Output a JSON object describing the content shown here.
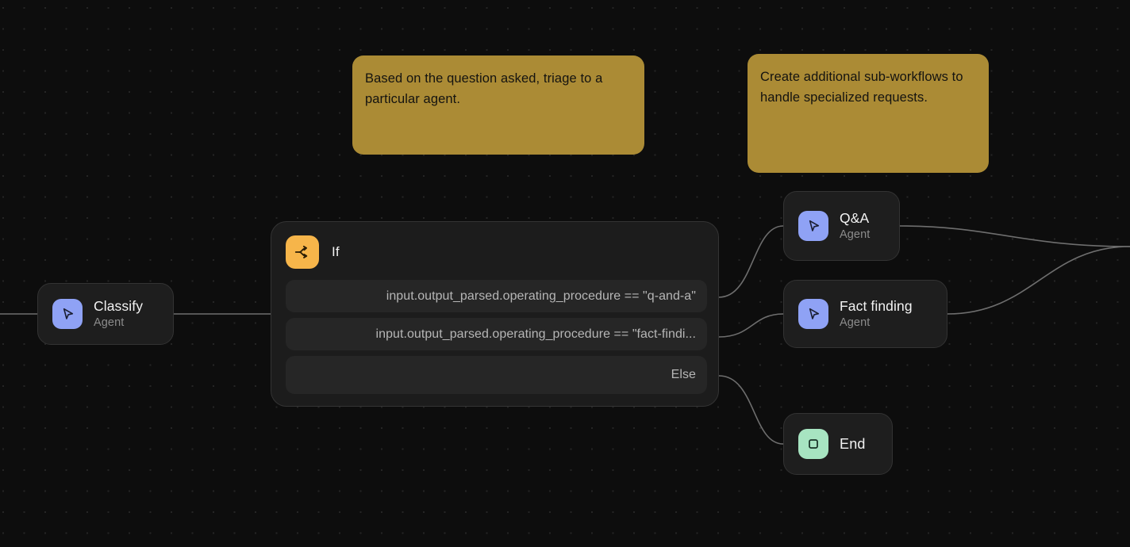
{
  "canvas": {
    "background_color": "#0d0d0d",
    "grid_dot_color": "#252525",
    "edge_color": "#6e6e6e"
  },
  "sticky_notes": [
    {
      "id": "triage-note",
      "text": "Based on the question asked, triage to a particular agent.",
      "color": "#ab8b35"
    },
    {
      "id": "subworkflow-note",
      "text": "Create additional sub-workflows to handle specialized requests.",
      "color": "#ab8b35"
    }
  ],
  "nodes": {
    "classify": {
      "title": "Classify",
      "subtitle": "Agent",
      "icon": "cursor-pointer-icon",
      "icon_color": "#8fa2f5"
    },
    "if": {
      "title": "If",
      "icon": "split-branch-icon",
      "icon_color": "#f6b54a",
      "branches": [
        {
          "id": "q-and-a",
          "label": "input.output_parsed.operating_procedure == \"q-and-a\""
        },
        {
          "id": "fact-finding",
          "label": "input.output_parsed.operating_procedure == \"fact-findi..."
        },
        {
          "id": "else",
          "label": "Else"
        }
      ]
    },
    "qa": {
      "title": "Q&A",
      "subtitle": "Agent",
      "icon": "cursor-pointer-icon",
      "icon_color": "#8fa2f5"
    },
    "fact_finding": {
      "title": "Fact finding",
      "subtitle": "Agent",
      "icon": "cursor-pointer-icon",
      "icon_color": "#8fa2f5"
    },
    "end": {
      "title": "End",
      "icon": "stop-square-icon",
      "icon_color": "#a7e4c1"
    }
  }
}
